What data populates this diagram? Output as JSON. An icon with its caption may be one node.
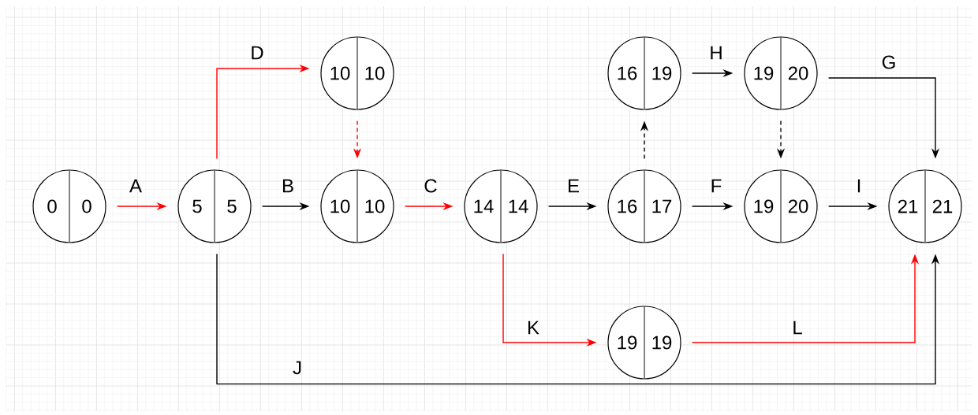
{
  "diagram": {
    "nodes": [
      {
        "text": [
          "10",
          "10"
        ]
      },
      {
        "text": [
          "16",
          "19"
        ]
      },
      {
        "text": [
          "19",
          "20"
        ]
      },
      {
        "text": [
          "0",
          "0"
        ]
      },
      {
        "text": [
          "5",
          "5"
        ]
      },
      {
        "text": [
          "10",
          "10"
        ]
      },
      {
        "text": [
          "14",
          "14"
        ]
      },
      {
        "text": [
          "16",
          "17"
        ]
      },
      {
        "text": [
          "19",
          "20"
        ]
      },
      {
        "text": [
          "21",
          "21"
        ]
      },
      {
        "text": [
          "19",
          "19"
        ]
      }
    ],
    "edges": [
      {
        "from": 3,
        "to": 4,
        "arrow": "to",
        "label": "A",
        "color": "#ff0000"
      },
      {
        "from": 4,
        "to": 0,
        "arrow": "to",
        "label": "D",
        "color": "#ff0000"
      },
      {
        "from": 4,
        "to": 5,
        "arrow": "to",
        "label": "B"
      },
      {
        "from": 0,
        "to": 5,
        "arrow": "to",
        "style": "dashed",
        "color": "#ff0000"
      },
      {
        "from": 5,
        "to": 6,
        "arrow": "to",
        "label": "C",
        "color": "#ff0000"
      },
      {
        "from": 6,
        "to": 7,
        "arrow": "to",
        "label": "E"
      },
      {
        "from": 7,
        "to": 1,
        "arrow": "to",
        "style": "dashed"
      },
      {
        "from": 1,
        "to": 2,
        "arrow": "to",
        "label": "H"
      },
      {
        "from": 2,
        "to": 9,
        "arrow": "to",
        "label": "G"
      },
      {
        "from": 2,
        "to": 8,
        "arrow": "to",
        "style": "dashed"
      },
      {
        "from": 7,
        "to": 8,
        "arrow": "to",
        "label": "F"
      },
      {
        "from": 8,
        "to": 9,
        "arrow": "to",
        "label": "I"
      },
      {
        "from": 6,
        "to": 10,
        "arrow": "to",
        "label": "K",
        "color": "#ff0000"
      },
      {
        "from": 10,
        "to": 9,
        "arrow": "to",
        "label": "L",
        "color": "#ff0000"
      },
      {
        "from": 4,
        "to": 9,
        "arrow": "to",
        "label": "J"
      }
    ]
  }
}
